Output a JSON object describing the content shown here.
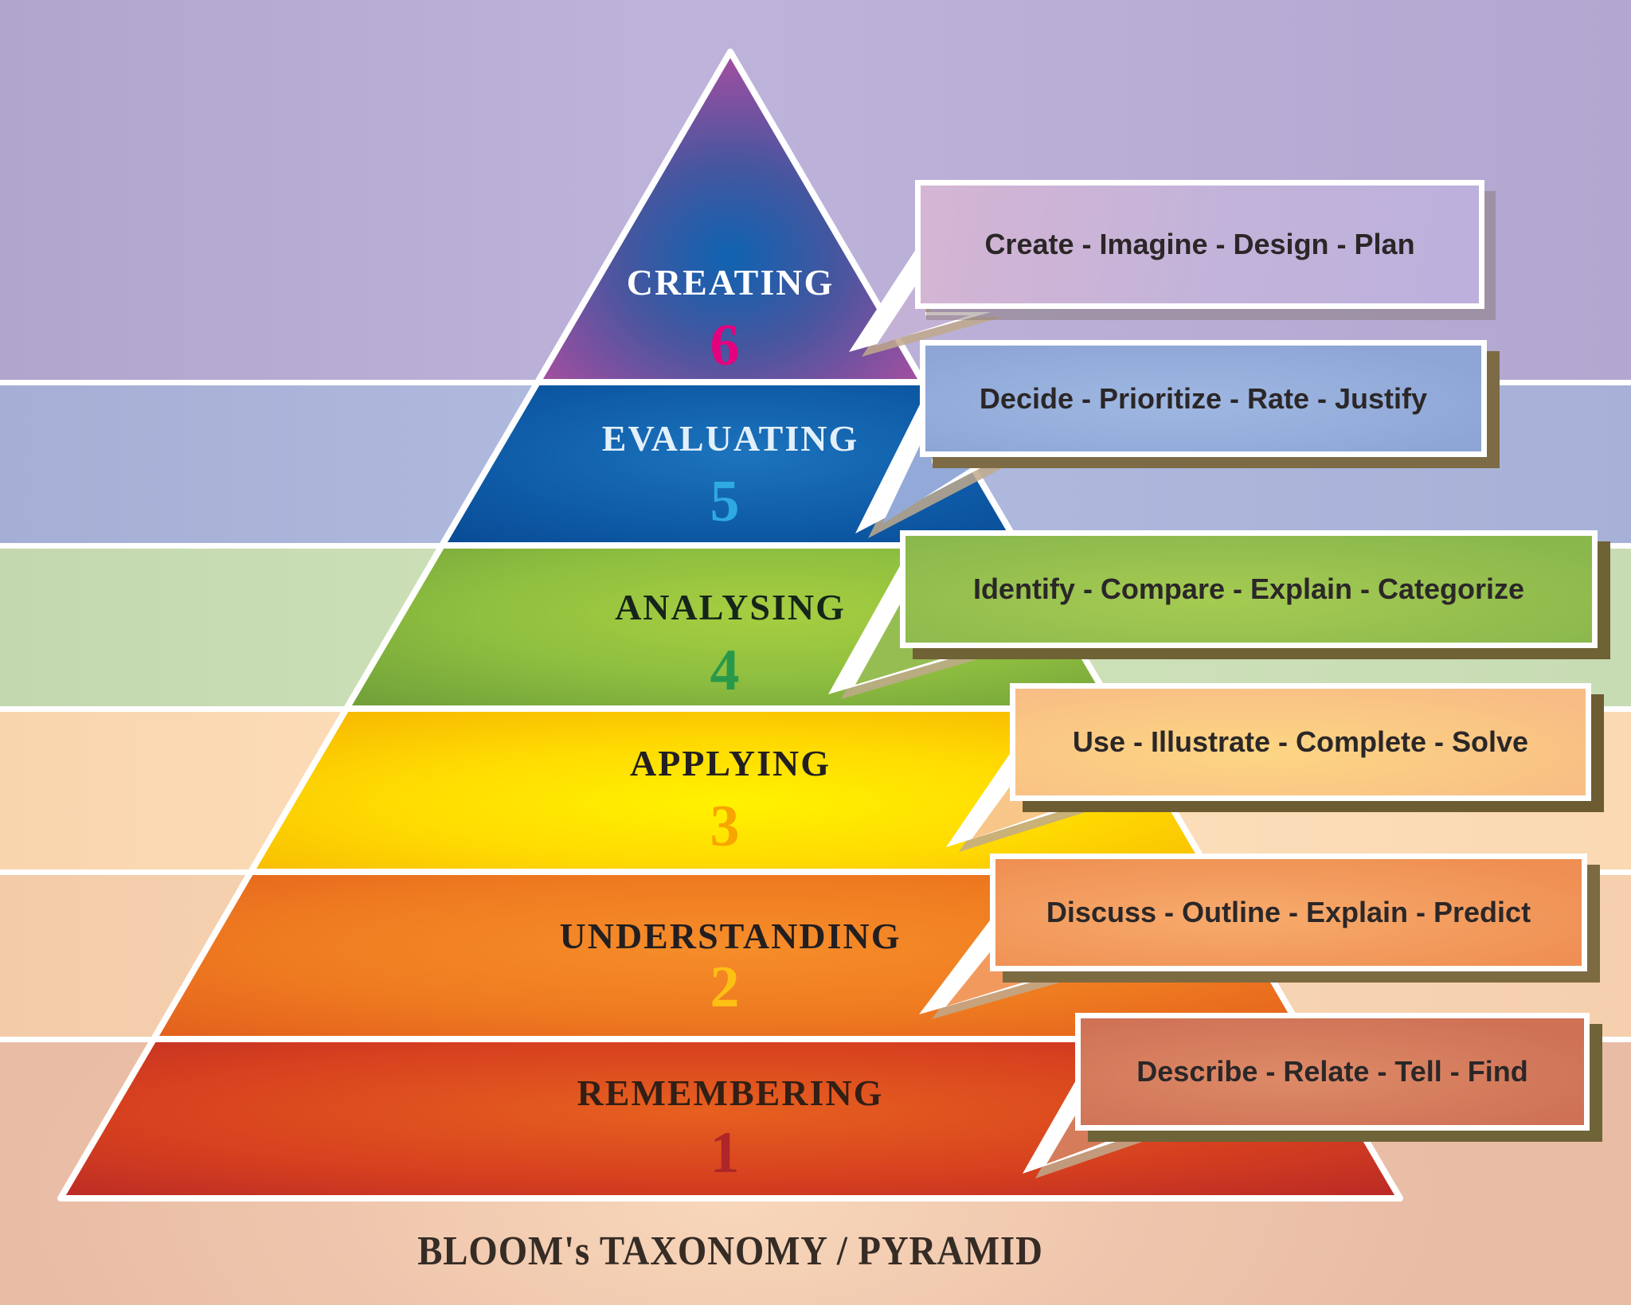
{
  "title": "BLOOM's TAXONOMY / PYRAMID",
  "pyramid": {
    "levels": [
      {
        "name": "CREATING",
        "number": "6",
        "verbs": "Create - Imagine - Design - Plan",
        "number_color": "#e5007d",
        "level_color": "#8a50a0",
        "band_color": "#b5aad2",
        "bubble_color": "#c3b2d6"
      },
      {
        "name": "EVALUATING",
        "number": "5",
        "verbs": "Decide - Prioritize - Rate - Justify",
        "number_color": "#2fa9e1",
        "level_color": "#0e5aa6",
        "band_color": "#a9b3d8",
        "bubble_color": "#93aad9"
      },
      {
        "name": "ANALYSING",
        "number": "4",
        "verbs": "Identify - Compare - Explain - Categorize",
        "number_color": "#28994b",
        "level_color": "#90c040",
        "band_color": "#c8dcb4",
        "bubble_color": "#95bd52"
      },
      {
        "name": "APPLYING",
        "number": "3",
        "verbs": "Use - Illustrate - Complete - Solve",
        "number_color": "#f7a500",
        "level_color": "#ffd902",
        "band_color": "#fad9b3",
        "bubble_color": "#f8c689"
      },
      {
        "name": "UNDERSTANDING",
        "number": "2",
        "verbs": "Discuss - Outline - Explain - Predict",
        "number_color": "#fdc013",
        "level_color": "#ef7b20",
        "band_color": "#f5cfae",
        "bubble_color": "#f29a5e"
      },
      {
        "name": "REMEMBERING",
        "number": "1",
        "verbs": "Describe - Relate - Tell - Find",
        "number_color": "#ae2629",
        "level_color": "#d6401f",
        "band_color": "#ebc0aa",
        "bubble_color": "#d57c5b"
      }
    ]
  }
}
